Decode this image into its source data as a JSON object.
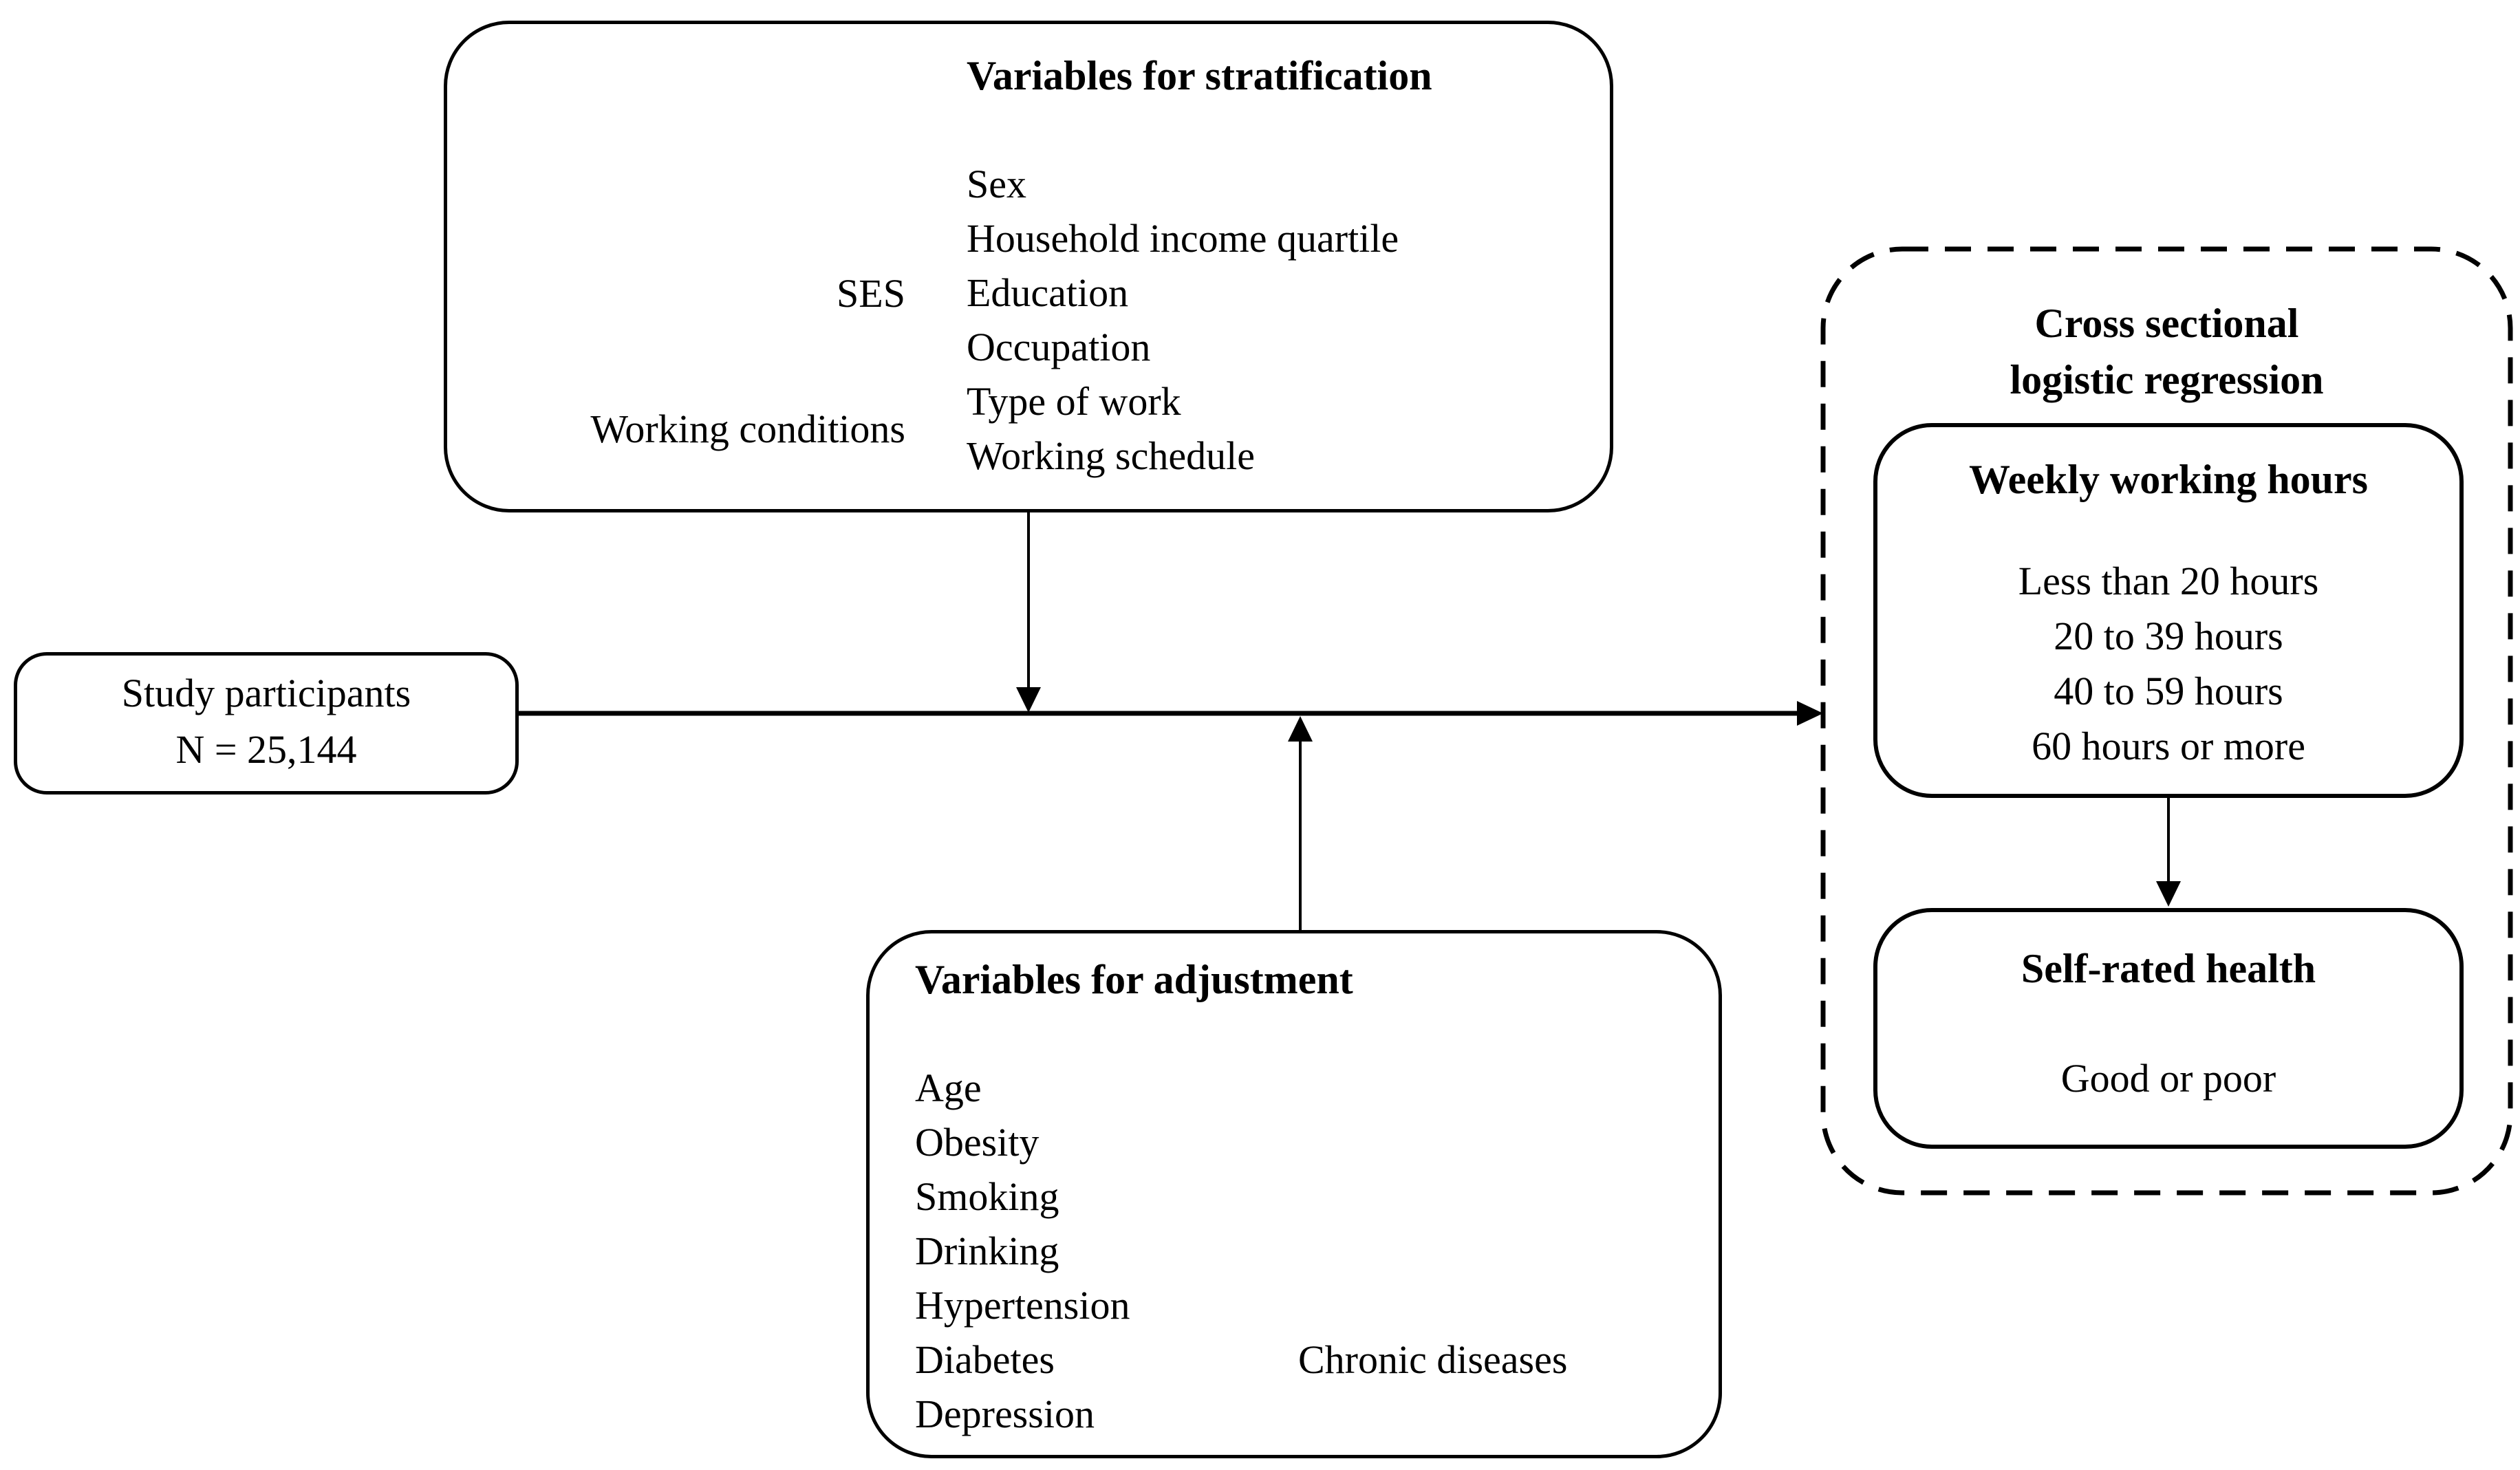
{
  "figure": {
    "background": "#ffffff",
    "line_color": "#000000"
  },
  "participants_box": {
    "line1": "Study participants",
    "line2": "N = 25,144"
  },
  "stratification_box": {
    "title": "Variables for stratification",
    "sex": "Sex",
    "ses_label": "SES",
    "ses_items": [
      "Household income quartile",
      "Education",
      "Occupation"
    ],
    "working_label": "Working conditions",
    "working_items": [
      "Type of work",
      "Working schedule"
    ]
  },
  "adjustment_box": {
    "title": "Variables for adjustment",
    "items": [
      "Age",
      "Obesity",
      "Smoking",
      "Drinking",
      "Hypertension",
      "Diabetes",
      "Depression"
    ],
    "chronic_label": "Chronic diseases"
  },
  "regression_group": {
    "title_line1": "Cross sectional",
    "title_line2": "logistic regression",
    "weekly_box": {
      "title": "Weekly working hours",
      "items": [
        "Less than 20 hours",
        "20 to 39 hours",
        "40 to 59 hours",
        "60 hours or more"
      ]
    },
    "outcome_box": {
      "title": "Self-rated health",
      "text": "Good or poor"
    }
  }
}
